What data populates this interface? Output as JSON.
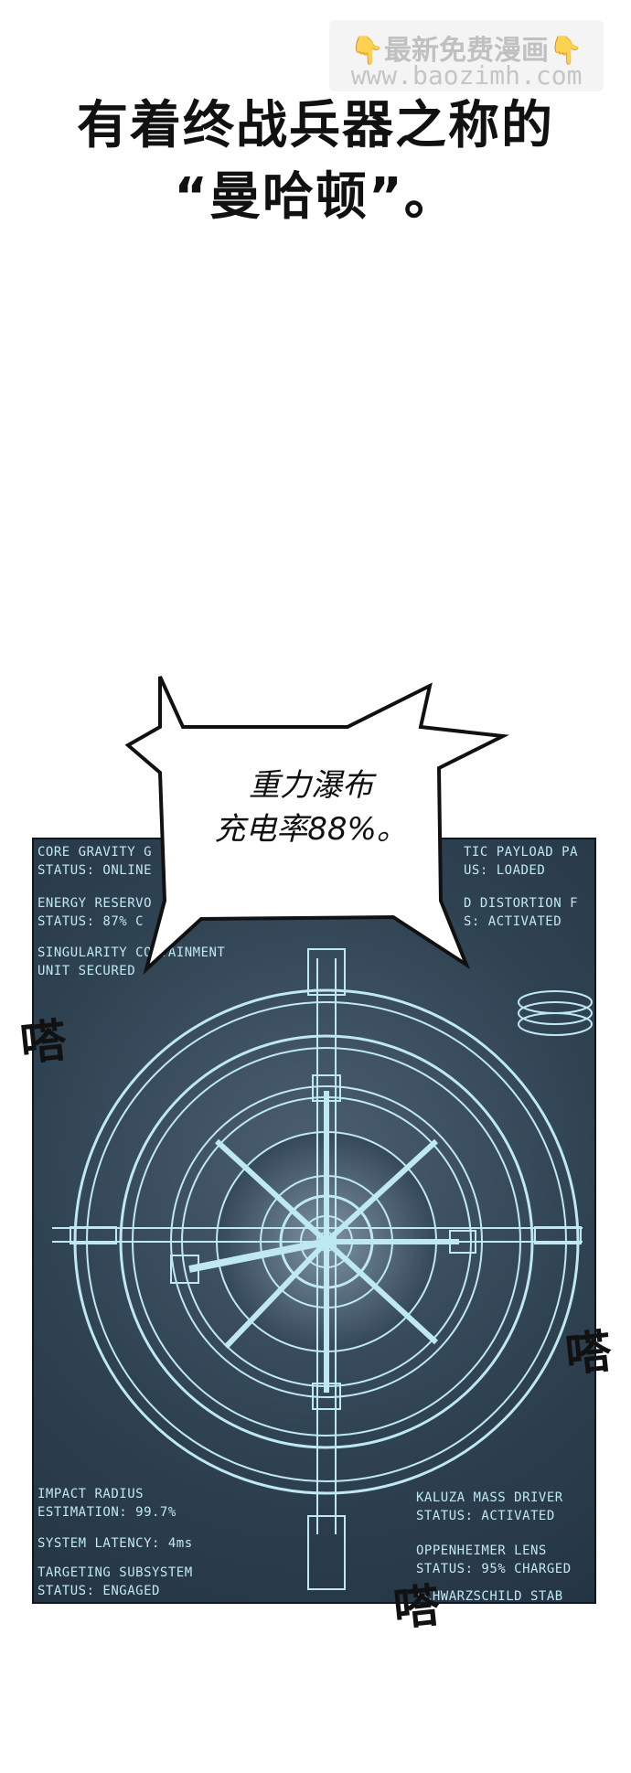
{
  "watermark": {
    "line1": "最新免费漫画",
    "line2": "www.baozimh.com",
    "emoji": "👇"
  },
  "narration": {
    "line1": "有着终战兵器之称的",
    "line2": "“曼哈顿”。"
  },
  "speech_bubble": {
    "line1": "重力瀑布",
    "line2": "充电率88%。"
  },
  "readouts": {
    "top_left_1": "CORE GRAVITY G\nSTATUS: ONLINE",
    "top_left_2": "ENERGY RESERVO\nSTATUS: 87% C",
    "top_left_3": "SINGULARITY CONTAINMENT\nUNIT SECURED",
    "top_right_1": "TIC PAYLOAD PA\nUS: LOADED",
    "top_right_2": "D DISTORTION F\nS: ACTIVATED",
    "bottom_left_1": "IMPACT RADIUS\nESTIMATION: 99.7%",
    "bottom_left_2": "SYSTEM LATENCY: 4ms",
    "bottom_left_3": "TARGETING SUBSYSTEM\nSTATUS: ENGAGED",
    "bottom_right_1": "KALUZA MASS DRIVER\nSTATUS: ACTIVATED",
    "bottom_right_2": "OPPENHEIMER LENS\nSTATUS: 95% CHARGED",
    "bottom_right_3": "SCHWARZSCHILD STAB"
  },
  "sound_effects": {
    "left": "嗒",
    "right": "嗒",
    "bottom": "嗒"
  },
  "colors": {
    "panel_bg": "#2f4252",
    "line_cyan": "#bfe9f2",
    "ink": "#111111"
  }
}
